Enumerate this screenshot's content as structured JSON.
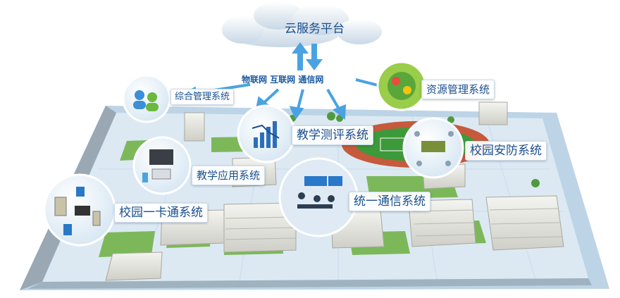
{
  "cloud": {
    "label": "云服务平台"
  },
  "network": {
    "label": "物联网 互联网 通信网"
  },
  "systems": {
    "comprehensive": "综合管理系统",
    "resource": "资源管理系统",
    "evaluation": "教学测评系统",
    "security": "校园安防系统",
    "teaching": "教学应用系统",
    "communication": "统一通信系统",
    "card": "校园一卡通系统"
  },
  "colors": {
    "accent_blue": "#1a4f8f",
    "arrow_blue": "#4aa3e0",
    "lawn_green": "#7cb85a",
    "ground_base": "#bcd4e6"
  }
}
